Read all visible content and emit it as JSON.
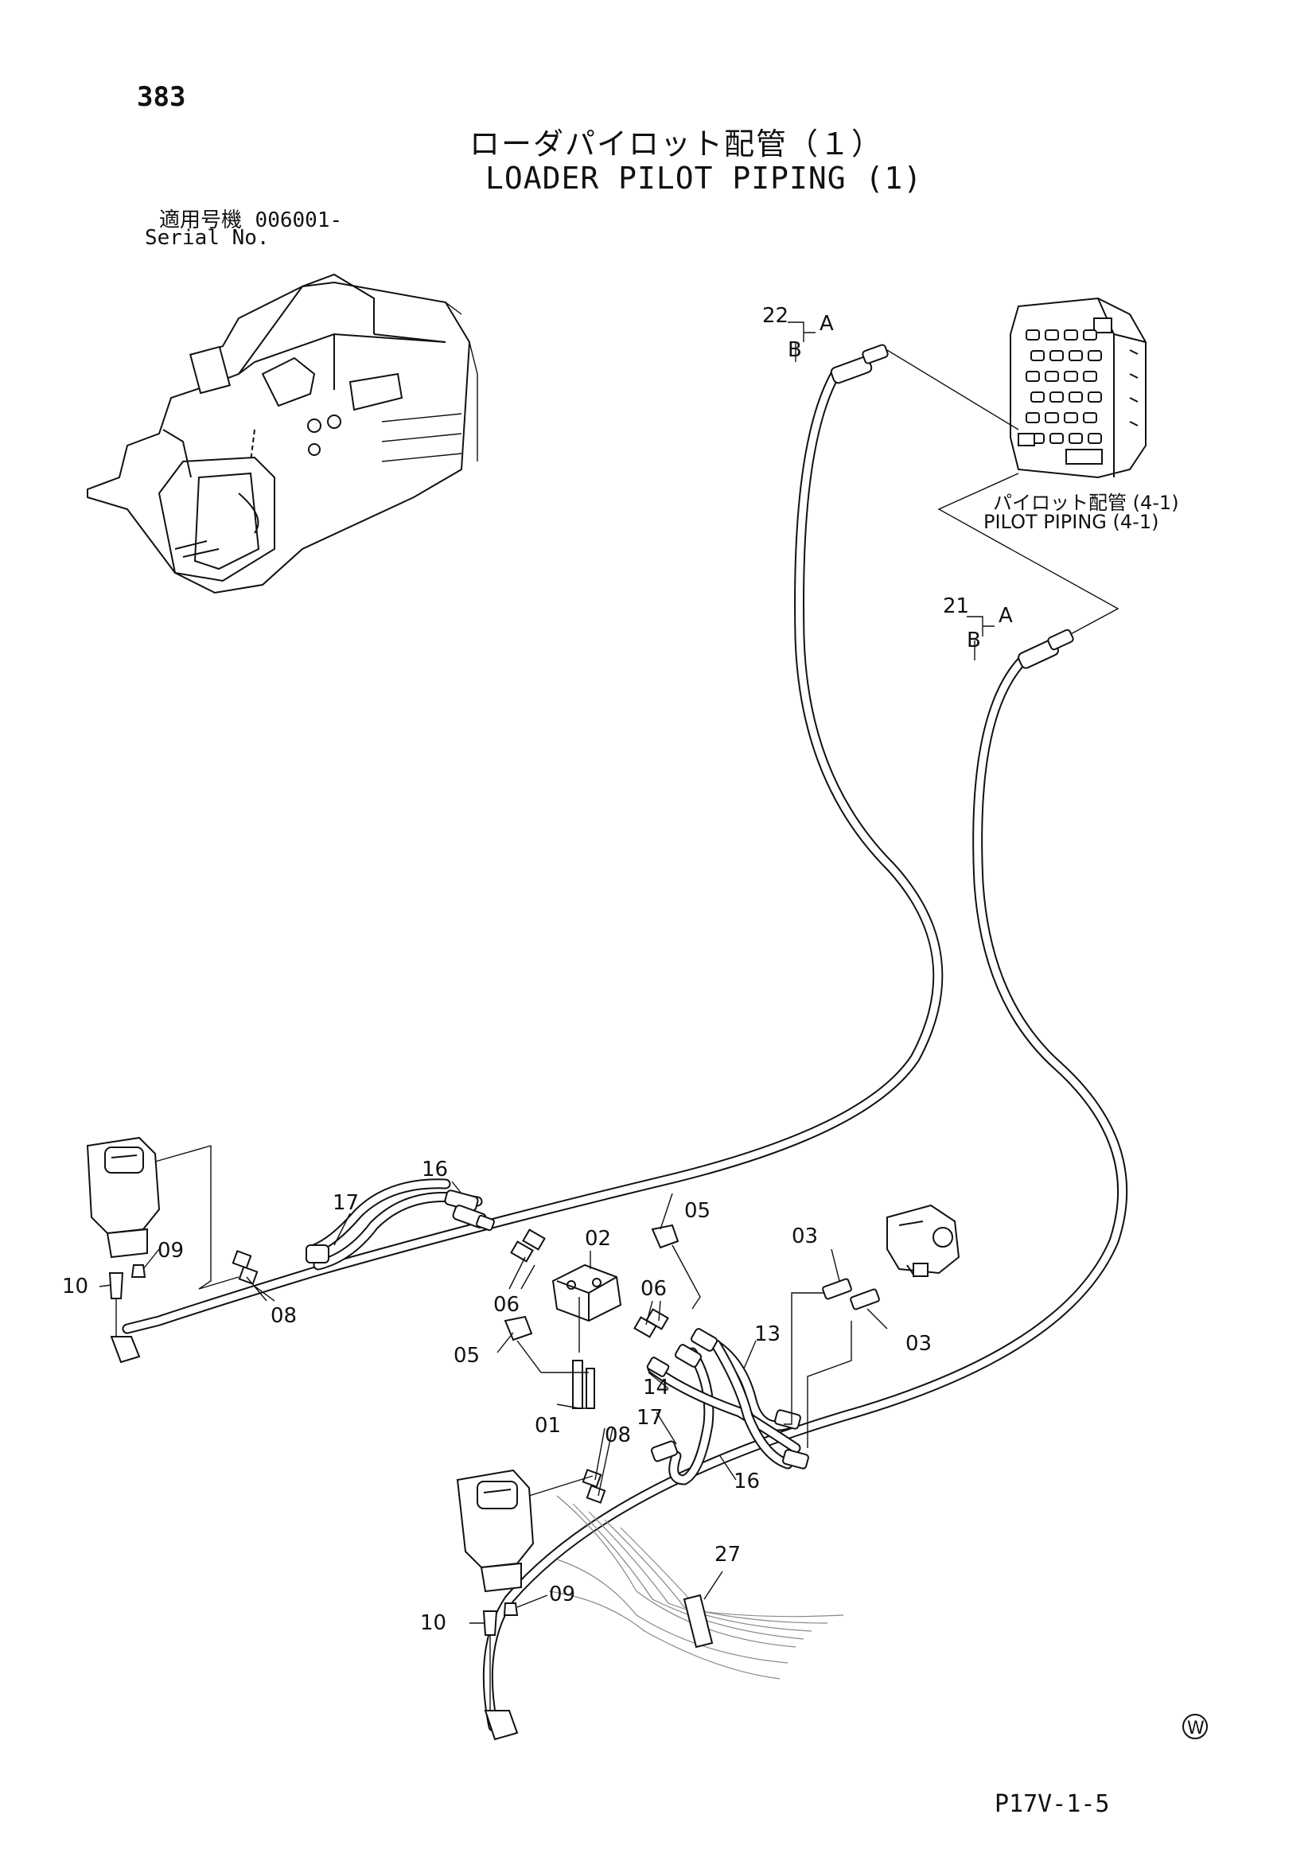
{
  "page": {
    "number": "383",
    "title_ja": "ローダパイロット配管（１）",
    "title_en": "LOADER PILOT PIPING (1)",
    "serial_label_ja": "適用号機",
    "serial_value": "006001-",
    "serial_label_en": "Serial No.",
    "page_code": "P17V-1-5"
  },
  "reference": {
    "label_ja": "パイロット配管 (4-1)",
    "label_en": "PILOT PIPING (4-1)"
  },
  "connector_tags": {
    "a": "A",
    "b": "B"
  },
  "callouts": [
    "01",
    "02",
    "03",
    "03",
    "05",
    "05",
    "06",
    "06",
    "08",
    "08",
    "09",
    "09",
    "10",
    "10",
    "13",
    "14",
    "16",
    "16",
    "17",
    "17",
    "21",
    "22",
    "27"
  ],
  "watermark_symbol": "W"
}
